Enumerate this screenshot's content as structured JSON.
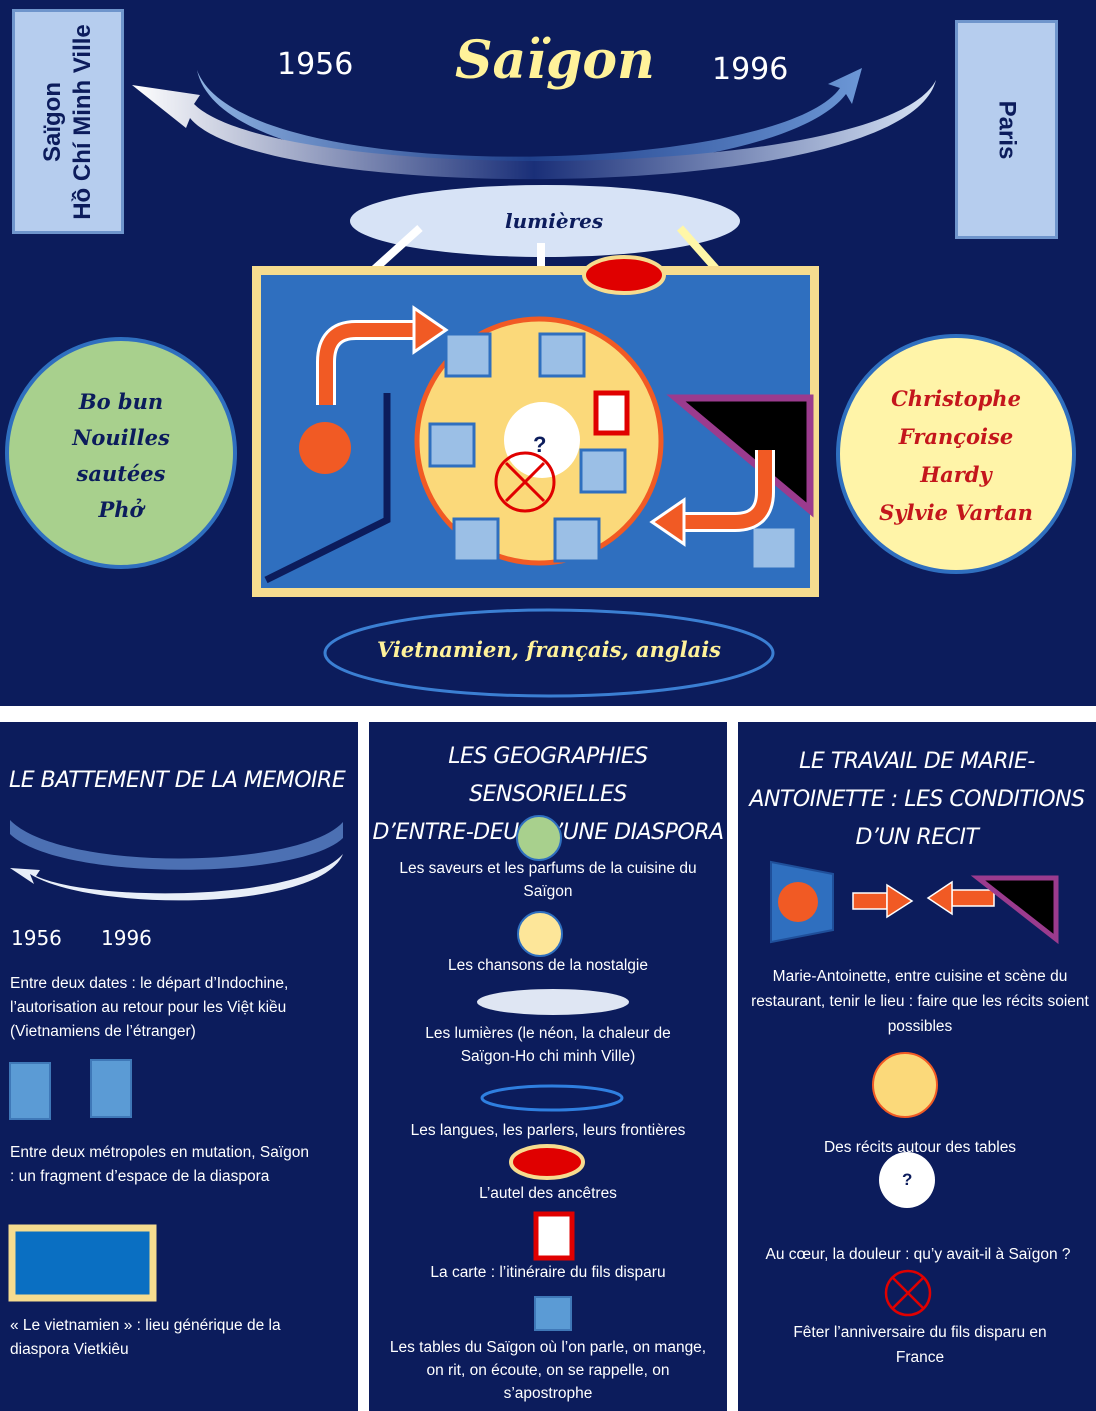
{
  "diagram": {
    "left_box": [
      "Saïgon",
      "Hồ Chí Minh Ville"
    ],
    "right_box": "Paris",
    "year_left": "1956",
    "year_right": "1996",
    "title": "Saïgon",
    "lights_label": "lumières",
    "left_circle": [
      "Bo bun",
      "Nouilles",
      "sautées",
      "Phở"
    ],
    "right_circle": [
      "Christophe",
      "Françoise",
      "Hardy",
      "Sylvie Vartan"
    ],
    "question_mark": "?",
    "languages_label": "Vietnamien, français, anglais"
  },
  "panel1": {
    "title": "LE BATTEMENT DE LA MEMOIRE",
    "year_left": "1956",
    "year_right": "1996",
    "dates_text": "Entre deux dates : le départ d’Indochine, l’autorisation au retour pour les Việt kiều (Vietnamiens de l’étranger)",
    "metropoles_text": "Entre deux métropoles en mutation, Saïgon : un fragment d’espace de la diaspora",
    "generic_text": "« Le vietnamien » : lieu générique de la diaspora Vietkiêu"
  },
  "panel2": {
    "title_line1": "LES GEOGRAPHIES SENSORIELLES",
    "title_line2": "D’ENTRE-DEUX D’UNE DIASPORA",
    "saveurs": "Les saveurs et les parfums de la cuisine du Saïgon",
    "chansons": "Les chansons de la nostalgie",
    "lumieres": "Les lumières (le néon, la chaleur de Saïgon-Ho chi minh Ville)",
    "langues": "Les langues, les parlers, leurs frontières",
    "autel": "L’autel des ancêtres",
    "carte": "La carte : l’itinéraire du fils disparu",
    "tables": "Les tables du Saïgon où l’on parle, on mange, on rit, on écoute, on  se rappelle, on s’apostrophe"
  },
  "panel3": {
    "title_line1": "LE TRAVAIL DE MARIE-",
    "title_line2": "ANTOINETTE : LES CONDITIONS",
    "title_line3": "D’UN RECIT",
    "marie_text": "Marie-Antoinette, entre cuisine et scène du restaurant, tenir le lieu : faire que les récits soient possibles",
    "recits": "Des récits autour des tables",
    "question_mark": "?",
    "douleur": "Au cœur, la douleur : qu’y avait-il à Saïgon ?",
    "feter": "Fêter l’anniversaire du fils disparu en France"
  },
  "colors": {
    "navy": "#0c1c5c",
    "box_blue": "#2f6fbf",
    "square_blue": "#9bbfe6",
    "orange": "#f15a24",
    "yellow_circle": "#fbd97a",
    "green": "#a8d08d",
    "light_yellow": "#fff4a8",
    "red": "#e00000",
    "purple": "#9b3b8e"
  }
}
